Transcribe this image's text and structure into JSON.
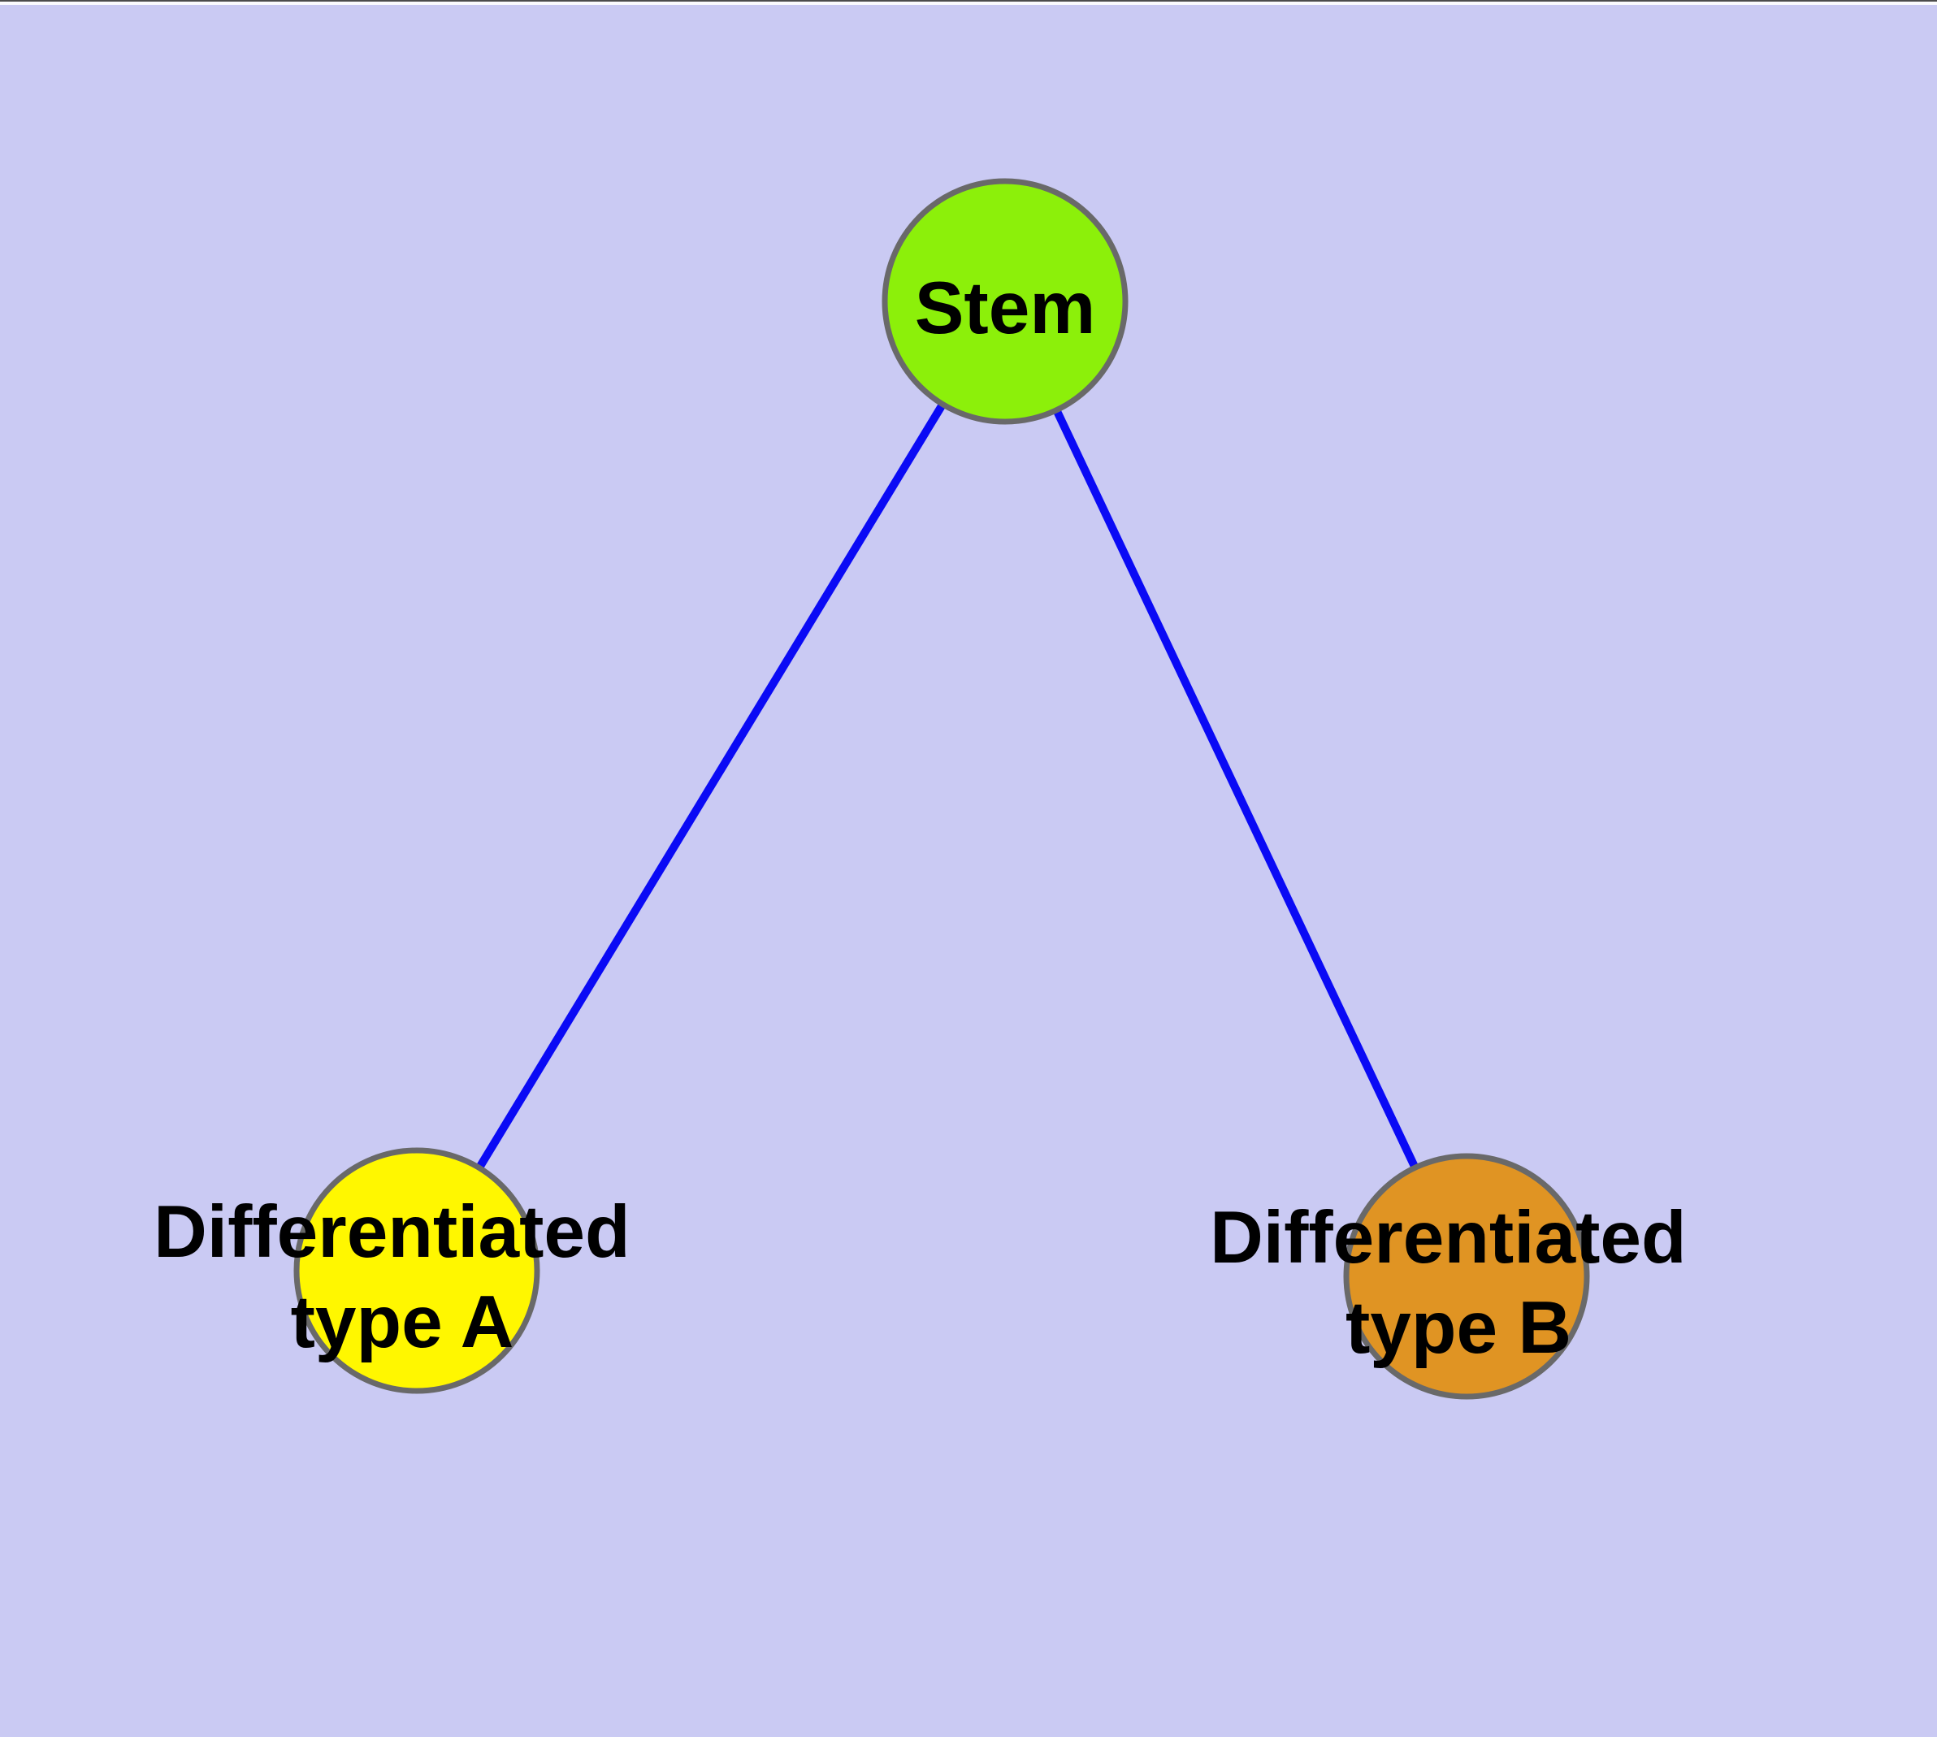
{
  "diagram": {
    "type": "node-link-graph",
    "colors": {
      "background": "#CACAF3",
      "edge": "#0A0AF5",
      "node_border": "#696969",
      "text": "#000000"
    },
    "nodes": [
      {
        "id": "stem",
        "label": "Stem",
        "fill": "#8CF00A"
      },
      {
        "id": "differentiated-type-a",
        "label_lines": [
          "Differentiated",
          "type A"
        ],
        "fill": "#FFF700"
      },
      {
        "id": "differentiated-type-b",
        "label_lines": [
          "Differentiated",
          "type B"
        ],
        "fill": "#E09423"
      }
    ],
    "edges": [
      {
        "from": "stem",
        "to": "differentiated-type-a"
      },
      {
        "from": "stem",
        "to": "differentiated-type-b"
      }
    ]
  },
  "chrome": {
    "top_edge_line_color": "#4C4C4C",
    "top_edge_strip_color": "#FBFBFE"
  }
}
